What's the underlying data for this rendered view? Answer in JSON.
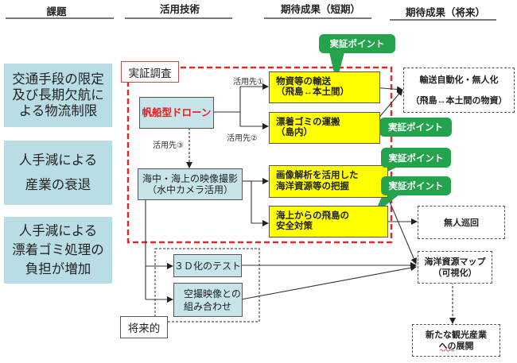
{
  "headers": [
    "課題",
    "活用技術",
    "期待成果（短期）",
    "期待成果（将来）"
  ],
  "issues": [
    {
      "lines": [
        "交通手段の限定",
        "及び長期欠航に",
        "よる物流制限"
      ]
    },
    {
      "lines": [
        "人手減による",
        "産業の衰退"
      ]
    },
    {
      "lines": [
        "人手減による",
        "漂着ゴミ処理の",
        "負担が増加"
      ]
    }
  ],
  "survey_label": "実証調査",
  "future_label": "将来的",
  "drone": "帆船型ドローン",
  "usage_labels": [
    "活用先①",
    "活用先②",
    "活用先③"
  ],
  "camera": {
    "lines": [
      "海中・海上の映像撮影",
      "（水中カメラ活用）"
    ]
  },
  "future_tech": [
    {
      "lines": [
        "３Ｄ化のテスト"
      ]
    },
    {
      "lines": [
        "空撮映像との",
        "組み合わせ"
      ]
    }
  ],
  "short_term": [
    {
      "lines": [
        "物資等の輸送",
        "（飛島↔本土間）"
      ]
    },
    {
      "lines": [
        "漂着ゴミの運搬",
        "（島内）"
      ]
    },
    {
      "lines": [
        "画像解析を活用した",
        "海洋資源等の把握"
      ]
    },
    {
      "lines": [
        "海上からの飛島の",
        "安全対策"
      ]
    }
  ],
  "callouts": [
    "実証ポイント",
    "実証ポイント",
    "実証ポイント",
    "実証ポイント"
  ],
  "long_term": [
    {
      "lines": [
        "輸送自動化・無人化",
        "（飛島↔本土間の物資）"
      ]
    },
    {
      "lines": [
        "無人巡回"
      ]
    },
    {
      "lines": [
        "海洋資源マップ",
        "（可視化）"
      ]
    },
    {
      "lines": [
        "新たな観光産業",
        "への展開"
      ]
    }
  ],
  "colors": {
    "issue_fill": "#b9dde4",
    "tech_fill": "#c6e4ea",
    "short_term_fill": "#ffff00",
    "callout_fill": "#22a34c",
    "survey_border": "#e02a2a",
    "drone_text": "#e02020"
  }
}
